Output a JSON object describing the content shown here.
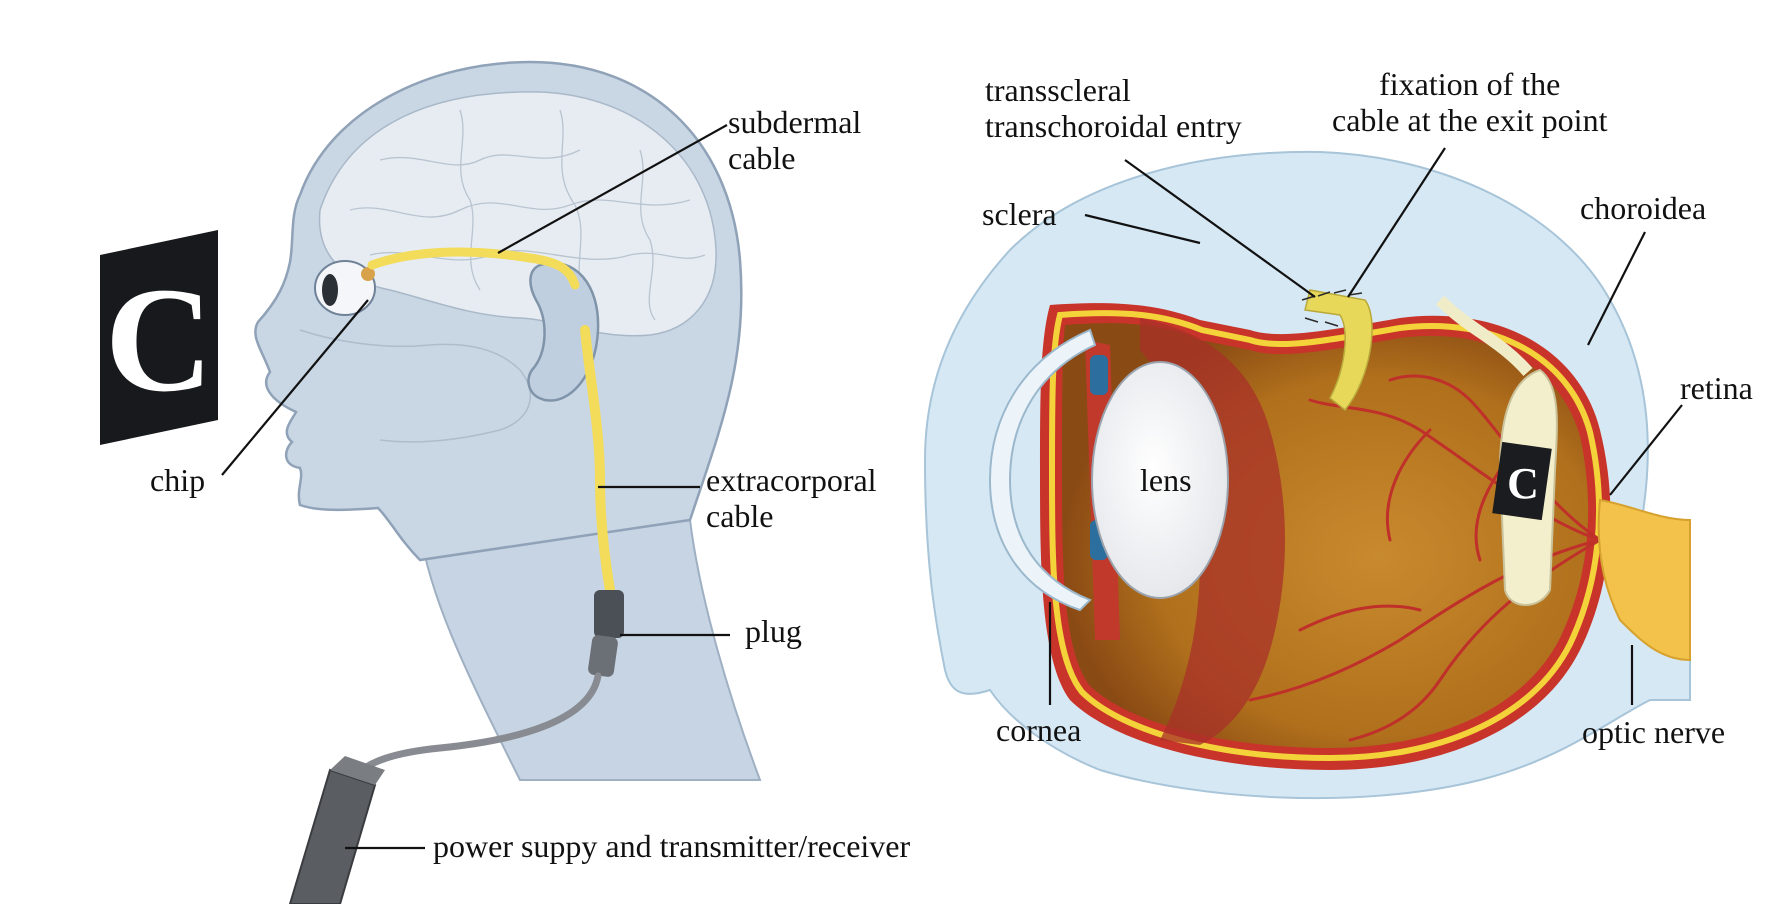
{
  "left_panel": {
    "chart_card": {
      "letter": "C"
    },
    "labels": {
      "subdermal_cable": [
        "subdermal",
        "cable"
      ],
      "chip": "chip",
      "extracorporal_cable": [
        "extracorporal",
        "cable"
      ],
      "plug": "plug",
      "power_supply": "power suppy and transmitter/receiver"
    }
  },
  "right_panel": {
    "implant_letter": "C",
    "labels": {
      "transscleral": [
        "transscleral",
        "transchoroidal entry"
      ],
      "fixation": [
        "fixation of the",
        "cable at the exit point"
      ],
      "sclera": "sclera",
      "choroidea": "choroidea",
      "retina": "retina",
      "lens": "lens",
      "cornea": "cornea",
      "optic_nerve": "optic nerve"
    }
  },
  "colors": {
    "skin": "#c9d6e4",
    "cable": "#f2dc5a",
    "eye_interior": "#b8741f",
    "vessels": "#c0302a",
    "sclera": "#d6e8f4"
  }
}
